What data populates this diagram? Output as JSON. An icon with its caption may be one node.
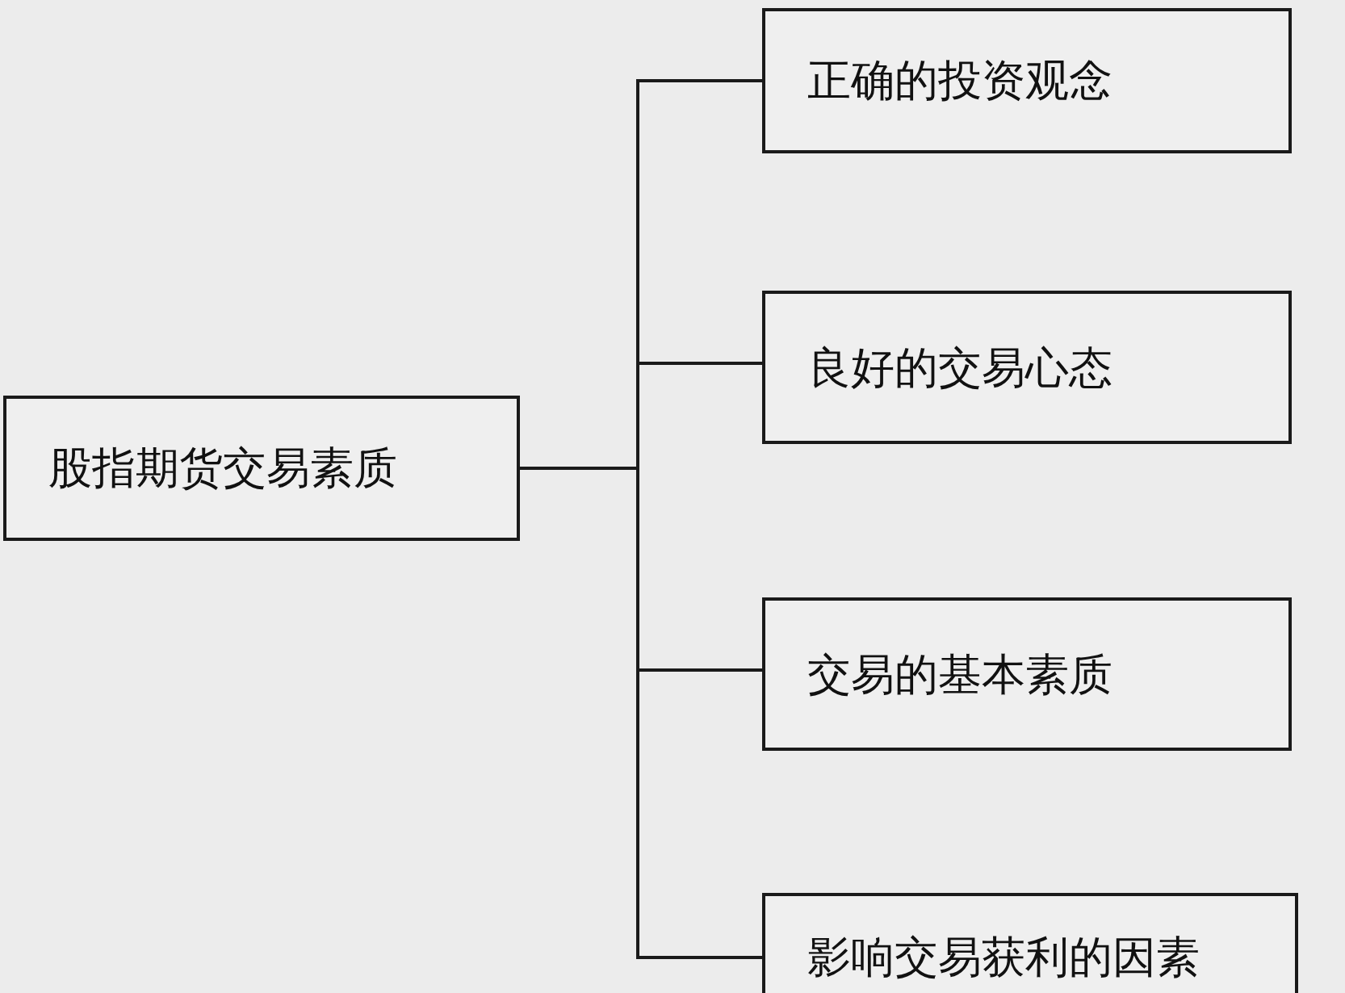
{
  "diagram": {
    "nodes": [
      {
        "text": [
          "股指期货交易素质"
        ]
      },
      {
        "text": [
          "正确的投资观念"
        ]
      },
      {
        "text": [
          "良好的交易心态"
        ]
      },
      {
        "text": [
          "交易的基本素质"
        ]
      },
      {
        "text": [
          "影响交易获利的因素"
        ]
      }
    ],
    "edges": [
      {
        "from": 0,
        "to": 1,
        "arrow": "none"
      },
      {
        "from": 0,
        "to": 2,
        "arrow": "none"
      },
      {
        "from": 0,
        "to": 3,
        "arrow": "none"
      },
      {
        "from": 0,
        "to": 4,
        "arrow": "none"
      }
    ]
  }
}
